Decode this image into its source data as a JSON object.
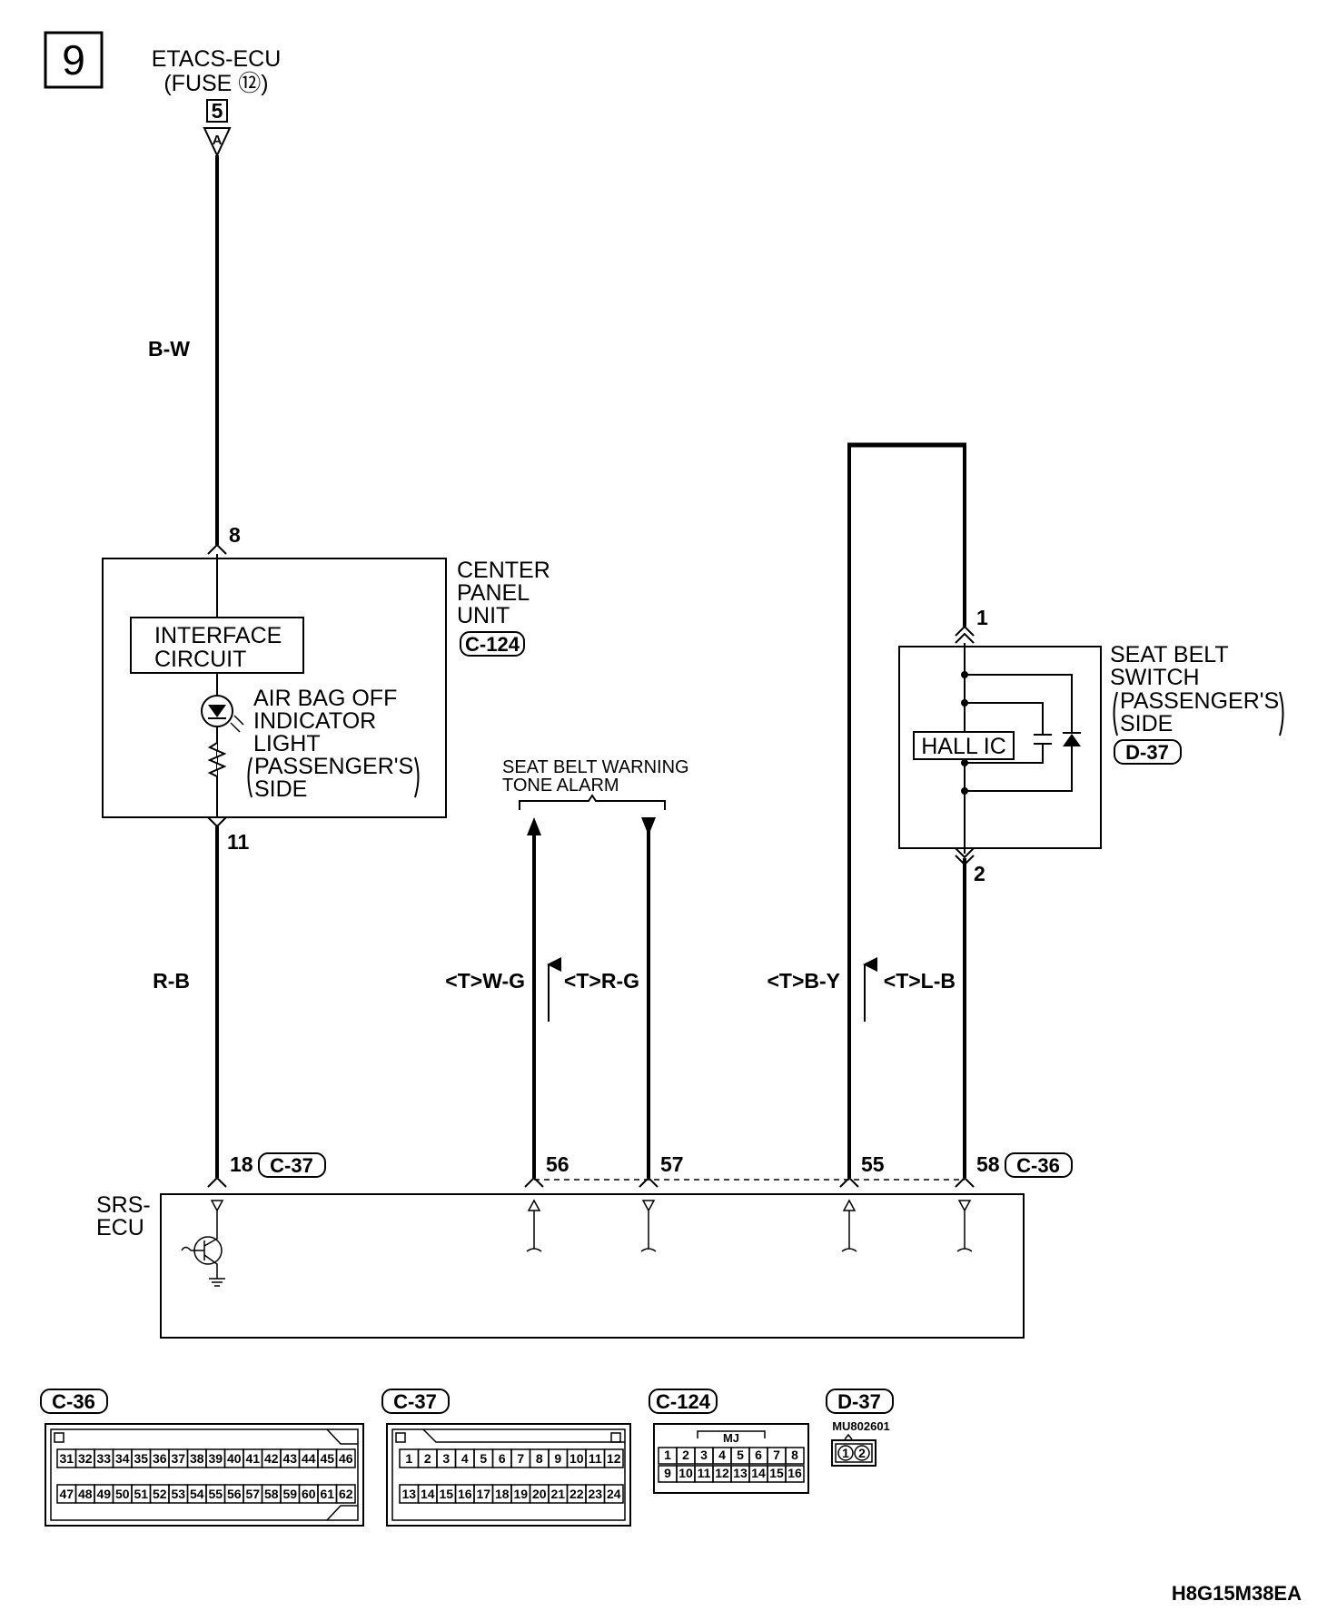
{
  "page_number": "9",
  "top_source": {
    "line1": "ETACS-ECU",
    "line2": "(FUSE ⑫)",
    "box_num": "5",
    "conn_letter": "A"
  },
  "wire_bw": "B-W",
  "center_panel": {
    "pin_top": "8",
    "pin_bottom": "11",
    "title": [
      "CENTER",
      "PANEL",
      "UNIT"
    ],
    "connector": "C-124",
    "interface": [
      "INTERFACE",
      "CIRCUIT"
    ],
    "indicator": [
      "AIR BAG OFF",
      "INDICATOR",
      "LIGHT",
      "PASSENGER'S",
      "SIDE"
    ]
  },
  "wire_rb": "R-B",
  "seat_belt_alarm": [
    "SEAT BELT WARNING",
    "TONE ALARM"
  ],
  "seat_belt_switch": {
    "pin_top": "1",
    "pin_bottom": "2",
    "title": [
      "SEAT BELT",
      "SWITCH",
      "PASSENGER'S",
      "SIDE"
    ],
    "connector": "D-37",
    "hall": "HALL IC"
  },
  "wires": {
    "wg": "<T>W-G",
    "rg": "<T>R-G",
    "by": "<T>B-Y",
    "lb": "<T>L-B"
  },
  "srs": {
    "label": [
      "SRS-",
      "ECU"
    ],
    "pins": [
      "18",
      "56",
      "57",
      "55",
      "58"
    ],
    "conn_left": "C-37",
    "conn_right": "C-36"
  },
  "connectors": {
    "c36": {
      "name": "C-36",
      "row1": [
        "31",
        "32",
        "33",
        "34",
        "35",
        "36",
        "37",
        "38",
        "39",
        "40",
        "41",
        "42",
        "43",
        "44",
        "45",
        "46"
      ],
      "row2": [
        "47",
        "48",
        "49",
        "50",
        "51",
        "52",
        "53",
        "54",
        "55",
        "56",
        "57",
        "58",
        "59",
        "60",
        "61",
        "62"
      ]
    },
    "c37": {
      "name": "C-37",
      "row1": [
        "1",
        "2",
        "3",
        "4",
        "5",
        "6",
        "7",
        "8",
        "9",
        "10",
        "11",
        "12"
      ],
      "row2": [
        "13",
        "14",
        "15",
        "16",
        "17",
        "18",
        "19",
        "20",
        "21",
        "22",
        "23",
        "24"
      ]
    },
    "c124": {
      "name": "C-124",
      "tag": "MJ",
      "row1": [
        "1",
        "2",
        "3",
        "4",
        "5",
        "6",
        "7",
        "8"
      ],
      "row2": [
        "9",
        "10",
        "11",
        "12",
        "13",
        "14",
        "15",
        "16"
      ]
    },
    "d37": {
      "name": "D-37",
      "part": "MU802601",
      "pins": [
        "1",
        "2"
      ]
    }
  },
  "doc_code": "H8G15M38EA"
}
